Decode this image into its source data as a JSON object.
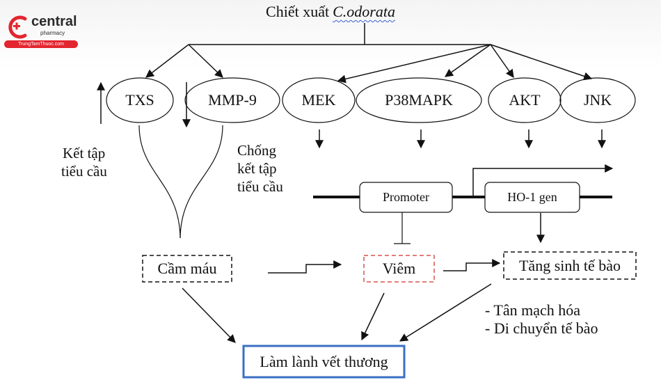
{
  "brand": {
    "name": "central",
    "tagline": "pharmacy",
    "url": "TrungTamThuoc.com",
    "accent_color": "#e3252f"
  },
  "title": {
    "prefix": "Chiết xuất",
    "species": "C.odorata"
  },
  "targets": {
    "txs": "TXS",
    "mmp9": "MMP-9",
    "mek": "MEK",
    "p38mapk": "P38MAPK",
    "akt": "AKT",
    "jnk": "JNK"
  },
  "side_labels": {
    "aggregation_line1": "Kết tập",
    "aggregation_line2": "tiểu cầu",
    "anti_aggregation_line1": "Chống",
    "anti_aggregation_line2": "kết tập",
    "anti_aggregation_line3": "tiểu cầu"
  },
  "gene": {
    "promoter": "Promoter",
    "ho1": "HO-1 gen"
  },
  "outcomes": {
    "hemostasis": "Cầm máu",
    "inflammation": "Viêm",
    "proliferation": "Tăng sinh tế bào",
    "angiogenesis": "- Tân mạch hóa",
    "migration": "- Di chuyển tế bào",
    "wound_healing": "Làm lành vết thương"
  },
  "colors": {
    "line": "#111111",
    "inflammation_border": "#d9534f",
    "healing_border": "#3a6fc4"
  }
}
